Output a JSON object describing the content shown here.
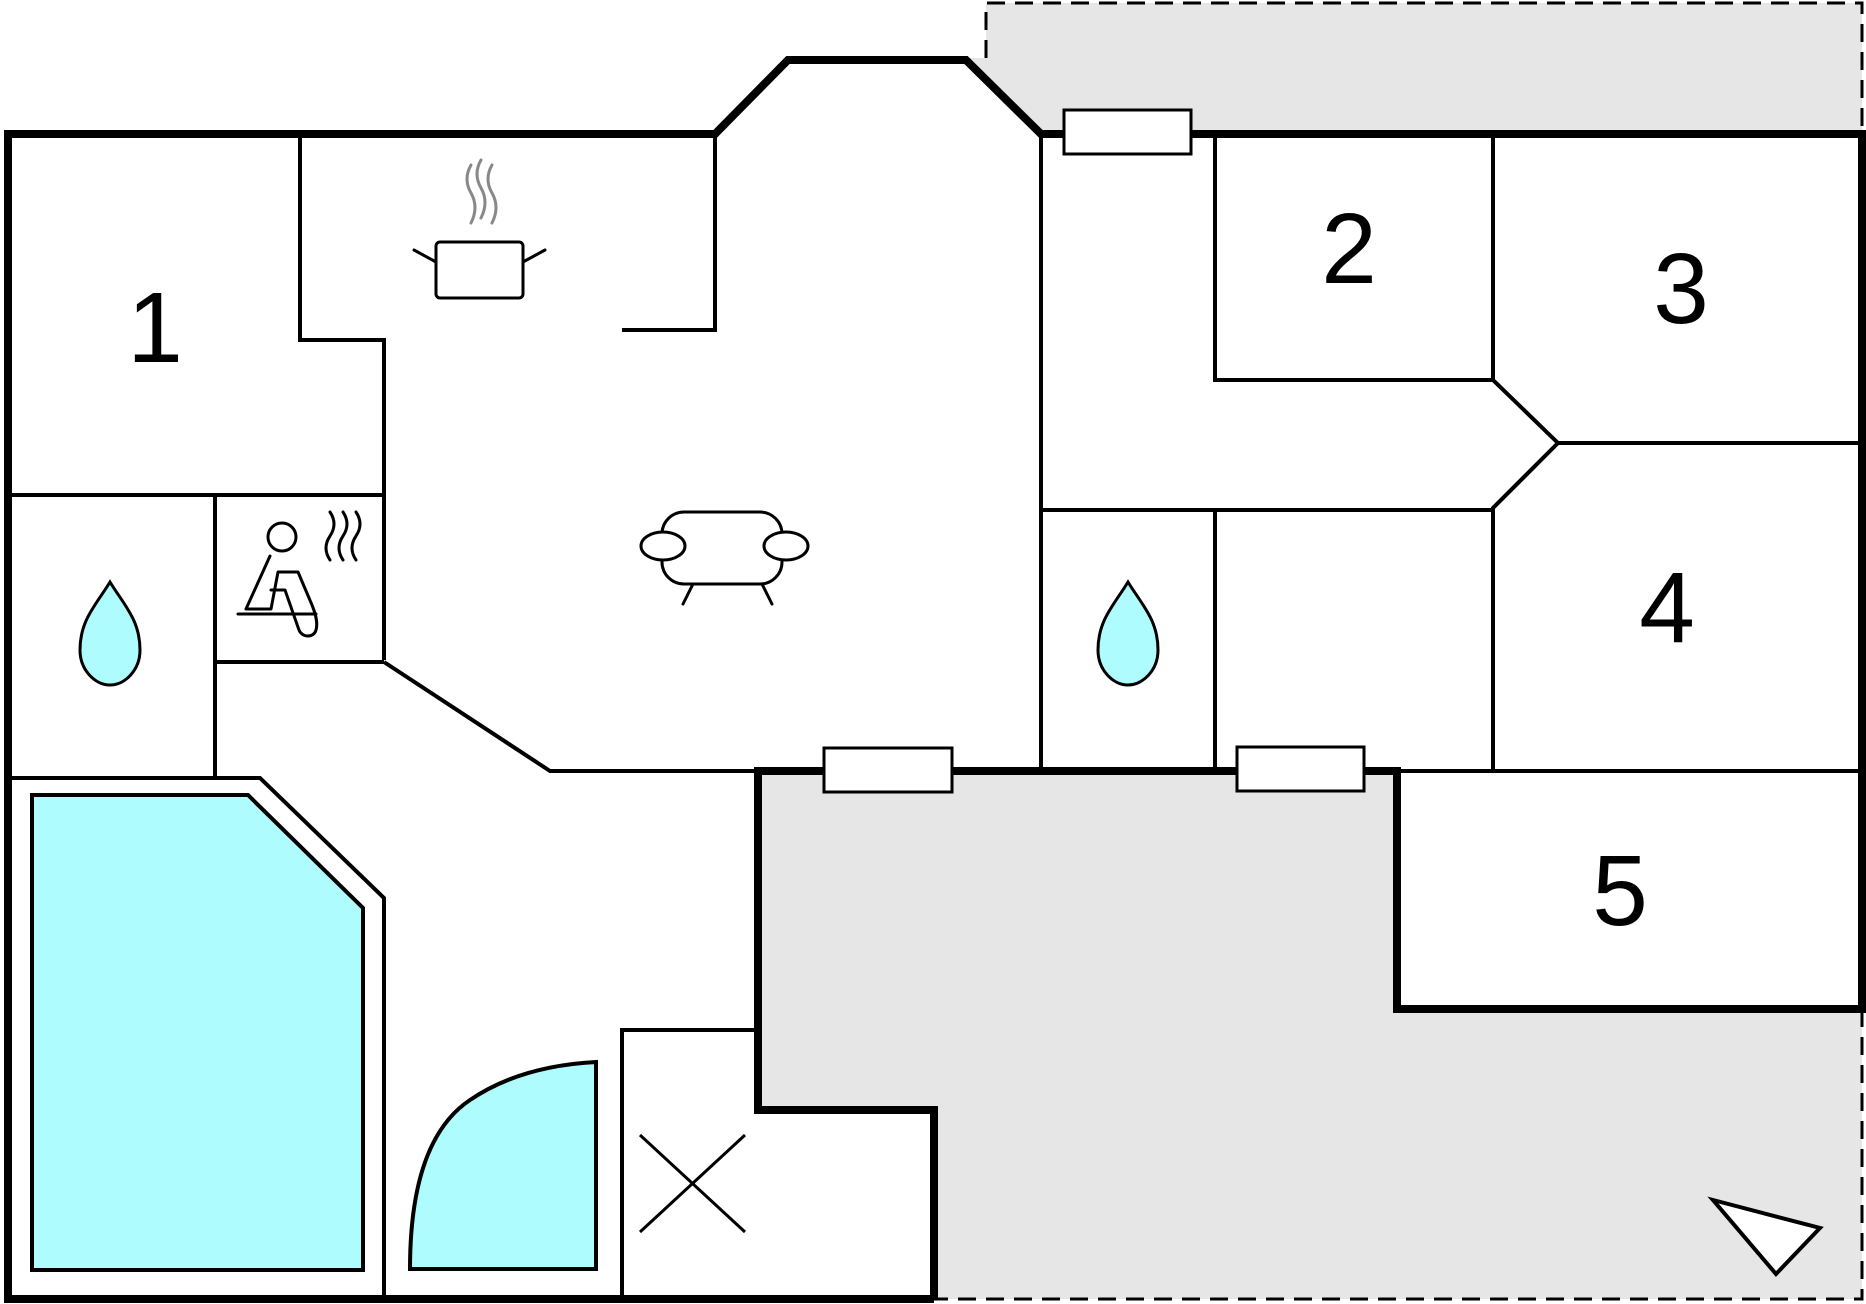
{
  "floor_plan": {
    "room_labels": [
      "1",
      "2",
      "3",
      "4",
      "5"
    ],
    "icons": [
      "kitchen-pot-icon",
      "sofa-icon",
      "sauna-icon",
      "water-drop-icon",
      "water-drop-icon",
      "fireplace-x-icon",
      "compass-north-arrow-icon"
    ],
    "colors": {
      "wall": "#000000",
      "terrace": "#e6e6e6",
      "water": "#aefcfd",
      "background": "#ffffff"
    }
  }
}
